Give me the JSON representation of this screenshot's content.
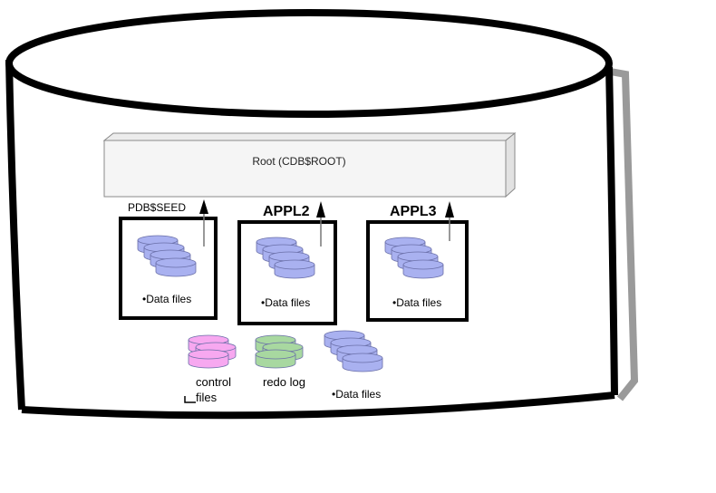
{
  "root": {
    "label": "Root (CDB$ROOT)"
  },
  "pdbs": [
    {
      "name": "PDB$SEED",
      "files_label": "•Data files"
    },
    {
      "name": "APPL2",
      "files_label": "•Data files"
    },
    {
      "name": "APPL3",
      "files_label": "•Data files"
    }
  ],
  "cdb_files": [
    {
      "label": "control files",
      "color": "#f7a8f0",
      "icon": "database-stack-icon"
    },
    {
      "label": "redo log",
      "color": "#a8d8a0",
      "icon": "database-stack-icon"
    },
    {
      "label": "•Data files",
      "color": "#a9b1f0",
      "icon": "database-stack-icon"
    }
  ],
  "colors": {
    "outline": "#000000",
    "shadow": "#9a9a9a",
    "datafile_blue": "#a9b1f0"
  }
}
